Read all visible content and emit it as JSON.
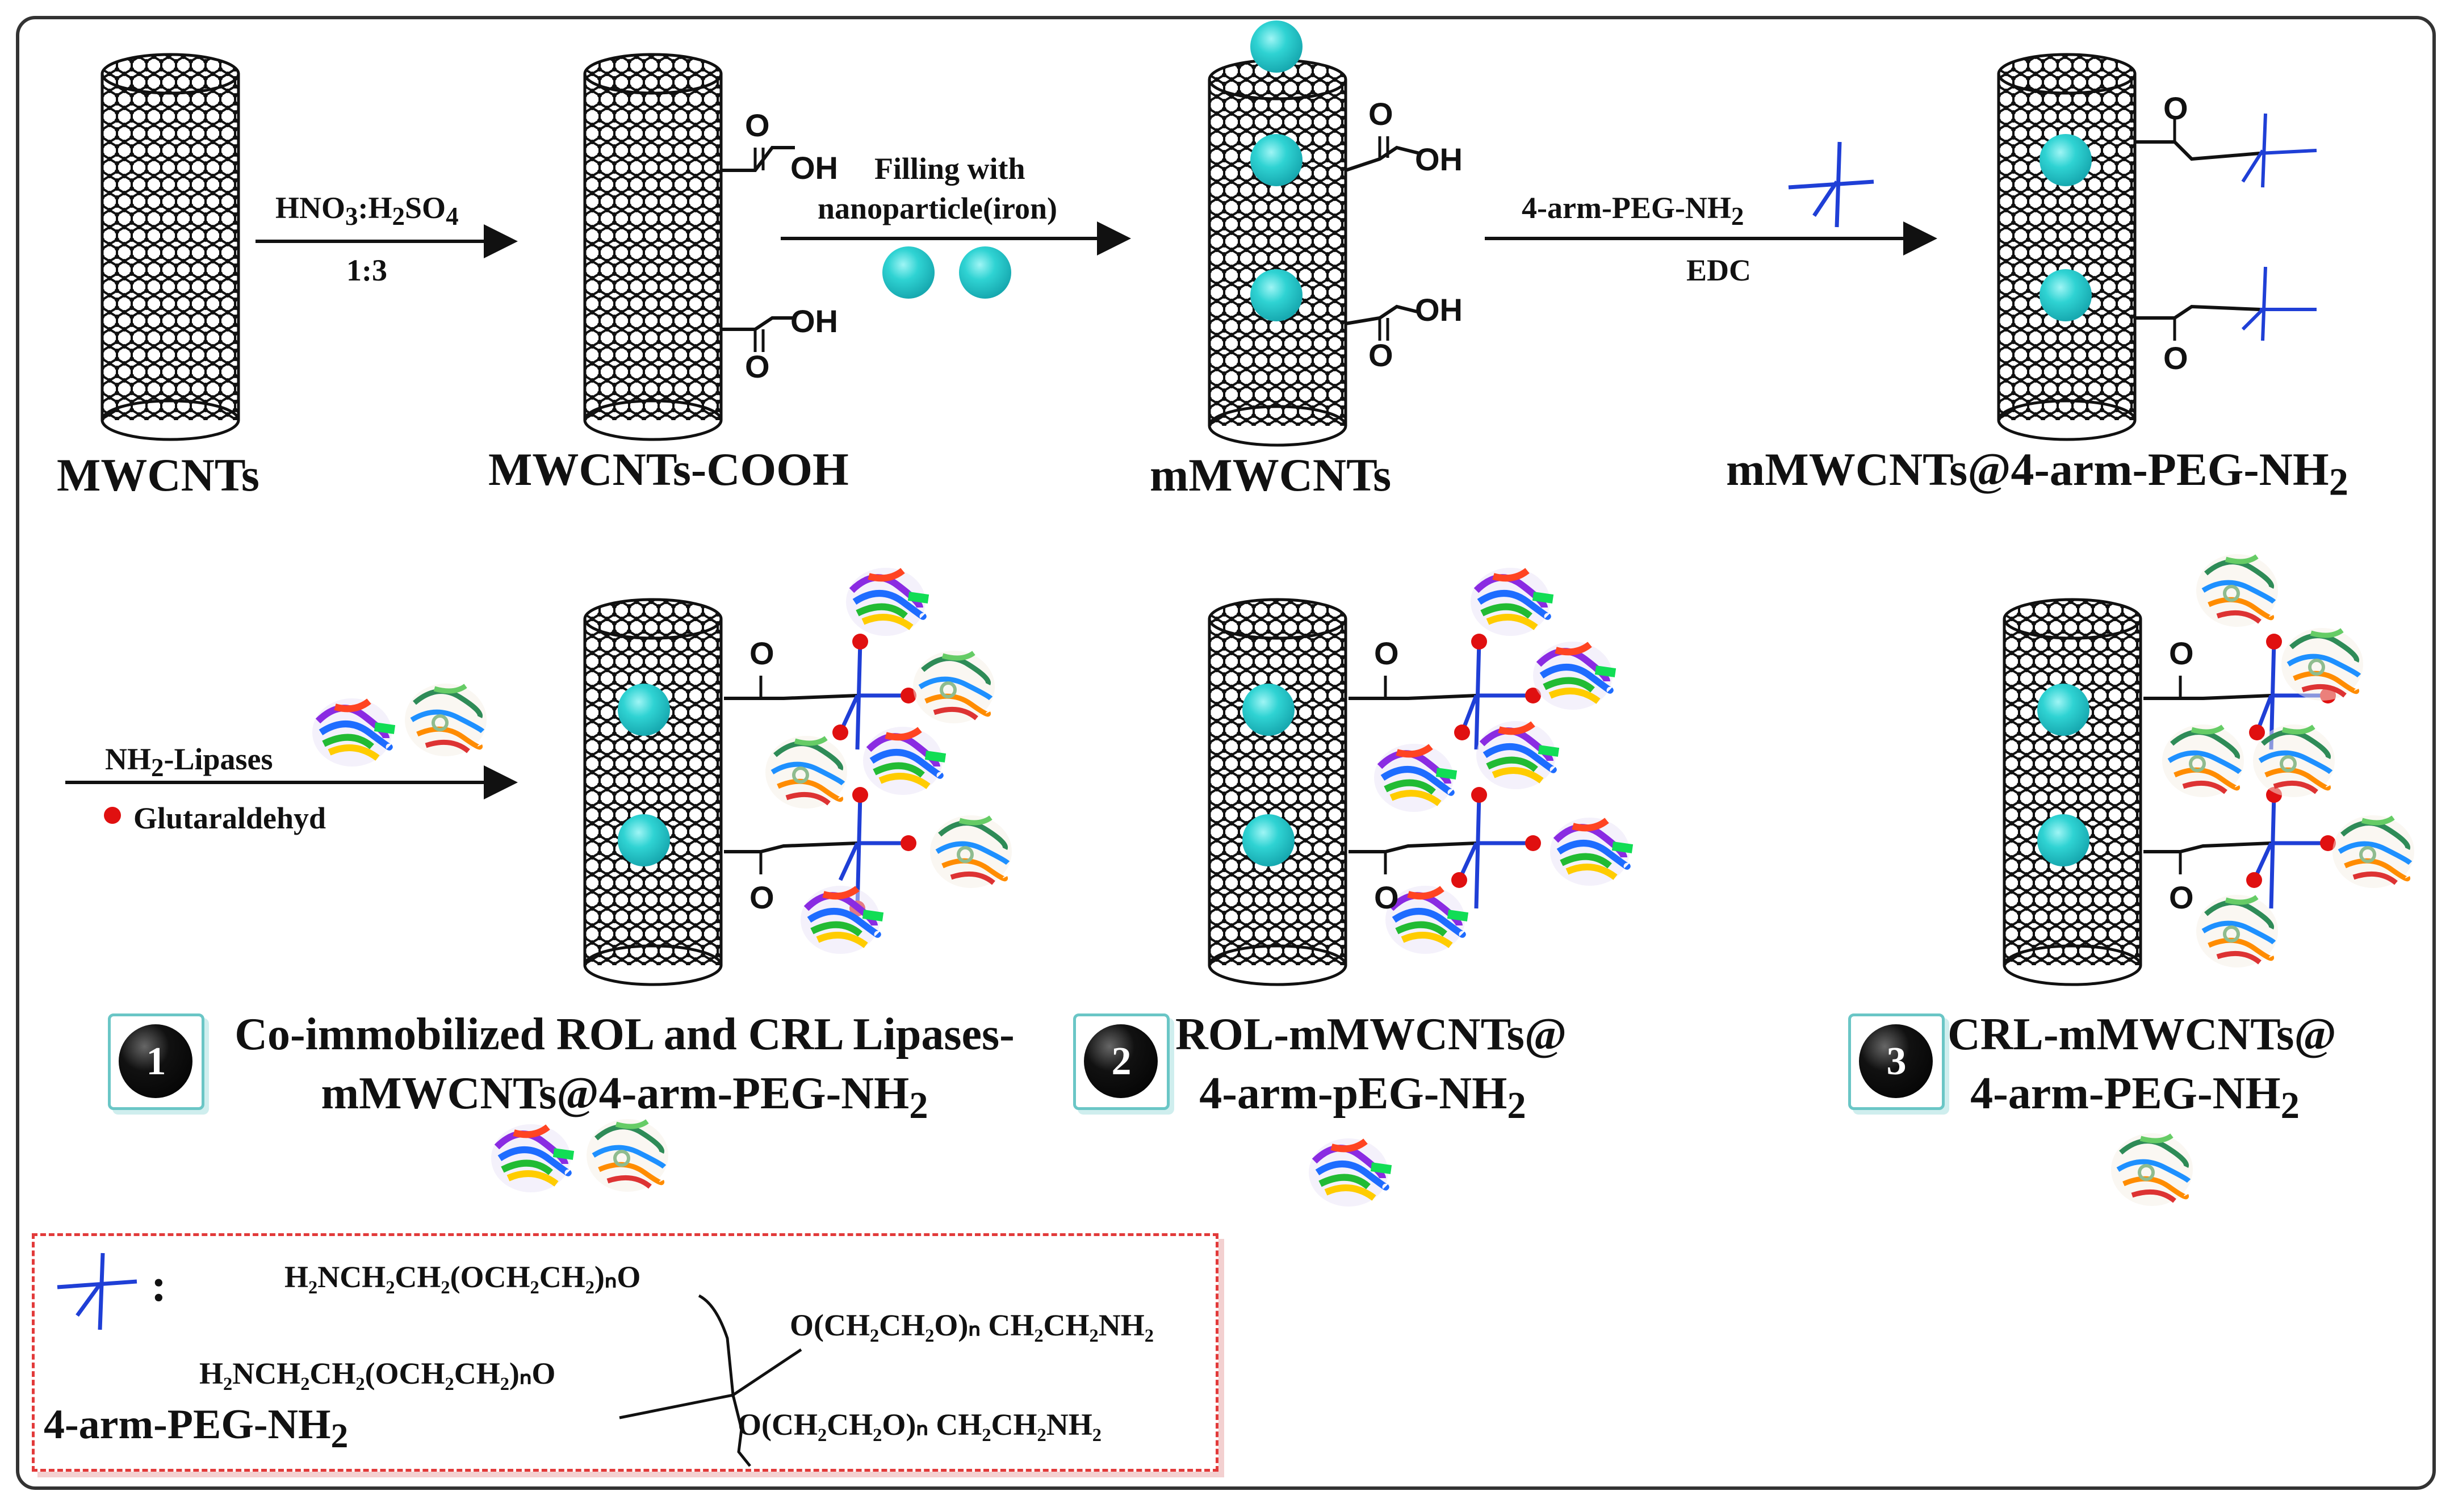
{
  "row1": {
    "mwcnts": "MWCNTs",
    "mwcnts_cooh": "MWCNTs-COOH",
    "mmwcnts": "mMWCNTs",
    "mmwcnts_peg": "mMWCNTs@4-arm-PEG-NH",
    "mmwcnts_peg_sub": "2"
  },
  "arrows": {
    "a1_top": "HNO",
    "a1_top_sub1": "3",
    "a1_top_mid": ":H",
    "a1_top_sub2": "2",
    "a1_top_end": "SO",
    "a1_top_sub3": "4",
    "a1_bottom": "1:3",
    "a2_top_1": "Filling with",
    "a2_top_2": "nanoparticle(iron)",
    "a3_top": "4-arm-PEG-NH",
    "a3_top_sub": "2",
    "a3_bottom": "EDC",
    "a4_top": "NH",
    "a4_top_sub": "2",
    "a4_top_end": "-Lipases",
    "a4_bottom": "Glutaraldehyd"
  },
  "chem": {
    "oh": "OH",
    "o": "O"
  },
  "products": [
    {
      "num": "1",
      "line1": "Co-immobilized ROL and CRL Lipases-",
      "line2": "mMWCNTs@4-arm-PEG-NH",
      "sub": "2"
    },
    {
      "num": "2",
      "line1": "ROL-mMWCNTs@",
      "line2": "4-arm-pEG-NH",
      "sub": "2"
    },
    {
      "num": "3",
      "line1": "CRL-mMWCNTs@",
      "line2": "4-arm-PEG-NH",
      "sub": "2"
    }
  ],
  "legend": {
    "colon": ":",
    "name": "4-arm-PEG-NH",
    "name_sub": "2",
    "arm1": "H₂NCH₂CH₂(OCH₂CH₂)ₙO",
    "arm2": "O(CH₂CH₂O)ₙ CH₂CH₂NH₂",
    "arm3": "H₂NCH₂CH₂(OCH₂CH₂)ₙO",
    "arm4": "O(CH₂CH₂O)ₙ CH₂CH₂NH₂"
  },
  "colors": {
    "nanoparticle": "#2fd3d3",
    "peg": "#1f3fd6",
    "glutaraldehyde": "#e01010",
    "nanotube": "#111111",
    "legend_border": "#e23a3a",
    "badge_border": "#6ac6c6"
  }
}
